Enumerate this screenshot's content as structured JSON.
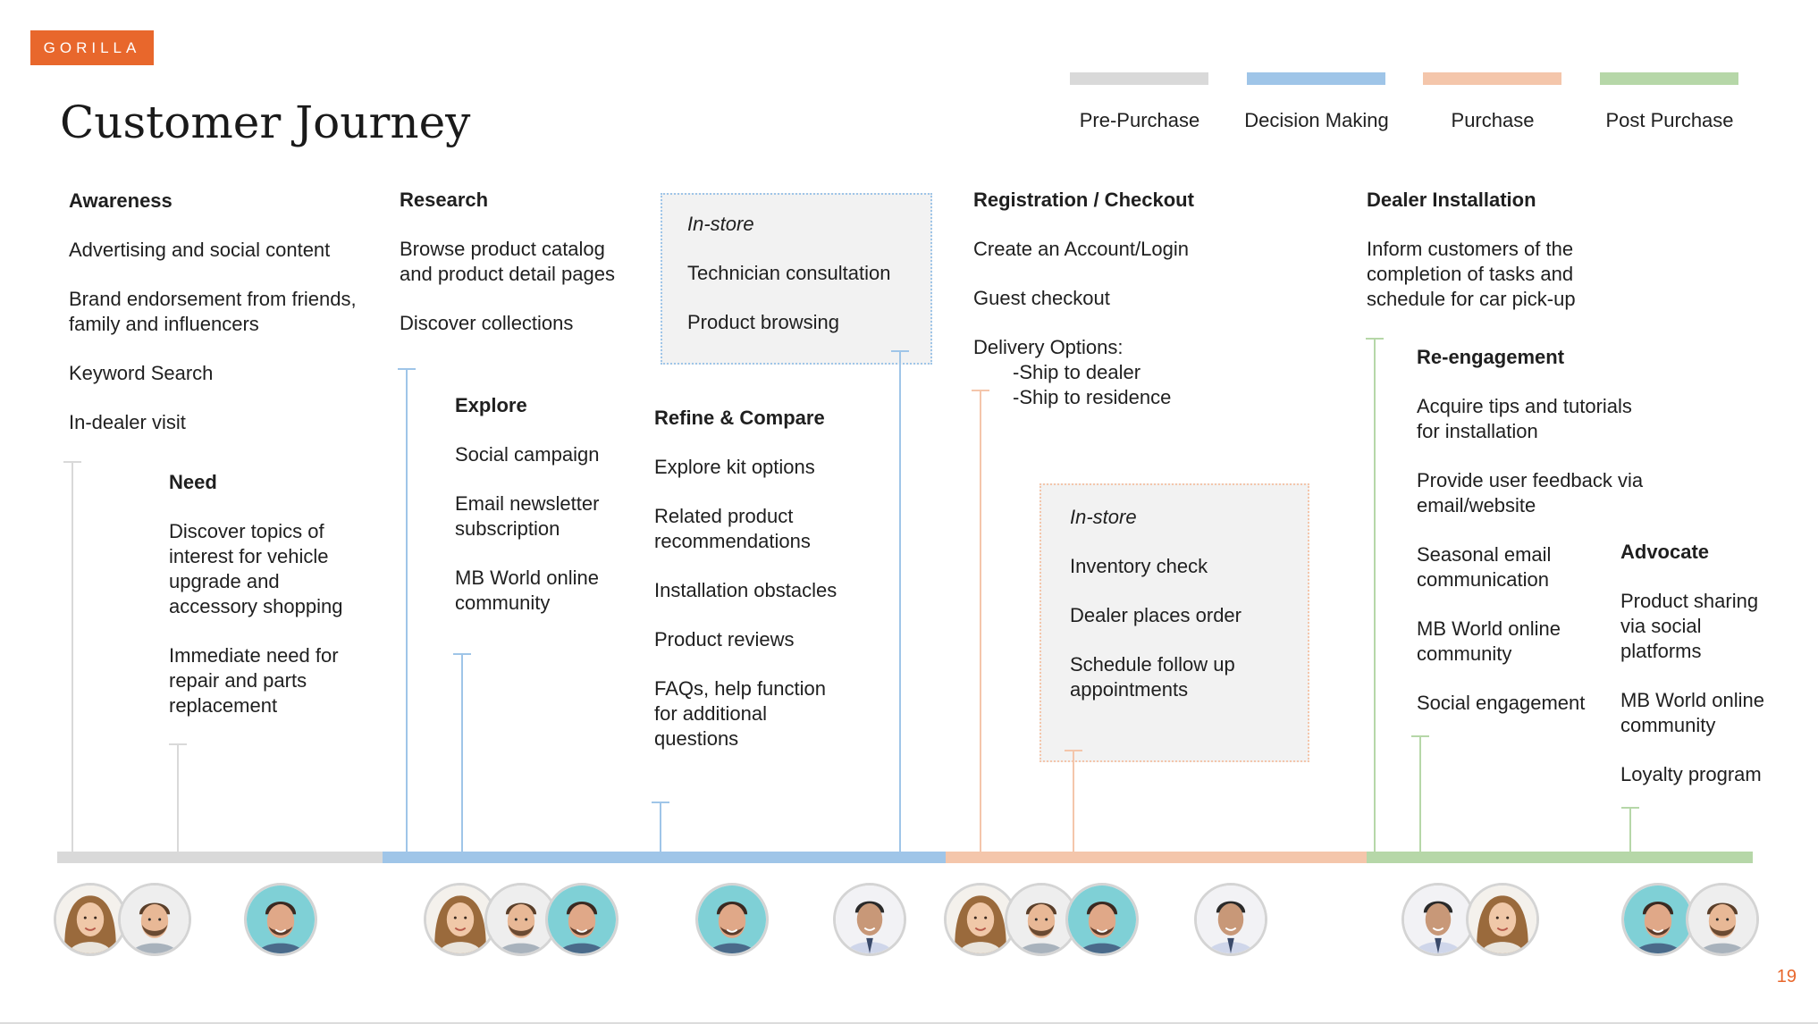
{
  "logo": "GORILLA",
  "title": "Customer Journey",
  "page_number": "19",
  "colors": {
    "pre_purchase": "#d9d9d9",
    "decision_making": "#9fc5e8",
    "purchase": "#f4c6ab",
    "post_purchase": "#b6d7a8",
    "accent": "#e8672c"
  },
  "legend": [
    {
      "label": "Pre-Purchase"
    },
    {
      "label": "Decision Making"
    },
    {
      "label": "Purchase"
    },
    {
      "label": "Post Purchase"
    }
  ],
  "stages": {
    "awareness": {
      "heading": "Awareness",
      "items": [
        "Advertising and social content",
        "Brand endorsement from friends,\nfamily and influencers",
        "Keyword Search",
        "In-dealer visit"
      ]
    },
    "need": {
      "heading": "Need",
      "items": [
        "Discover topics of\ninterest for vehicle\nupgrade and\naccessory shopping",
        "Immediate need for\nrepair and parts\nreplacement"
      ]
    },
    "research": {
      "heading": "Research",
      "items": [
        "Browse product catalog\nand product detail pages",
        "Discover collections"
      ]
    },
    "explore": {
      "heading": "Explore",
      "items": [
        "Social campaign",
        "Email newsletter\nsubscription",
        "MB World online\ncommunity"
      ]
    },
    "instore_decision": {
      "heading": "In-store",
      "items": [
        "Technician consultation",
        "Product browsing"
      ]
    },
    "refine": {
      "heading": "Refine & Compare",
      "items": [
        "Explore kit options",
        "Related product\nrecommendations",
        "Installation obstacles",
        "Product reviews",
        "FAQs, help function\nfor additional\nquestions"
      ]
    },
    "checkout": {
      "heading": "Registration / Checkout",
      "items": [
        "Create an Account/Login",
        "Guest checkout"
      ],
      "delivery_title": "Delivery Options:",
      "delivery_options": [
        "-Ship to dealer",
        "-Ship to residence"
      ]
    },
    "instore_purchase": {
      "heading": "In-store",
      "items": [
        "Inventory check",
        "Dealer places order",
        "Schedule follow up\nappointments"
      ]
    },
    "installation": {
      "heading": "Dealer Installation",
      "items": [
        "Inform customers of the\ncompletion of tasks and\nschedule for car pick-up"
      ]
    },
    "reengagement": {
      "heading": "Re-engagement",
      "items": [
        "Acquire tips and tutorials\nfor installation",
        "Provide user feedback via\nemail/website",
        "Seasonal email\ncommunication",
        "MB World online\ncommunity",
        "Social engagement"
      ]
    },
    "advocate": {
      "heading": "Advocate",
      "items": [
        "Product sharing\nvia social\nplatforms",
        "MB World online\ncommunity",
        "Loyalty program"
      ]
    }
  }
}
